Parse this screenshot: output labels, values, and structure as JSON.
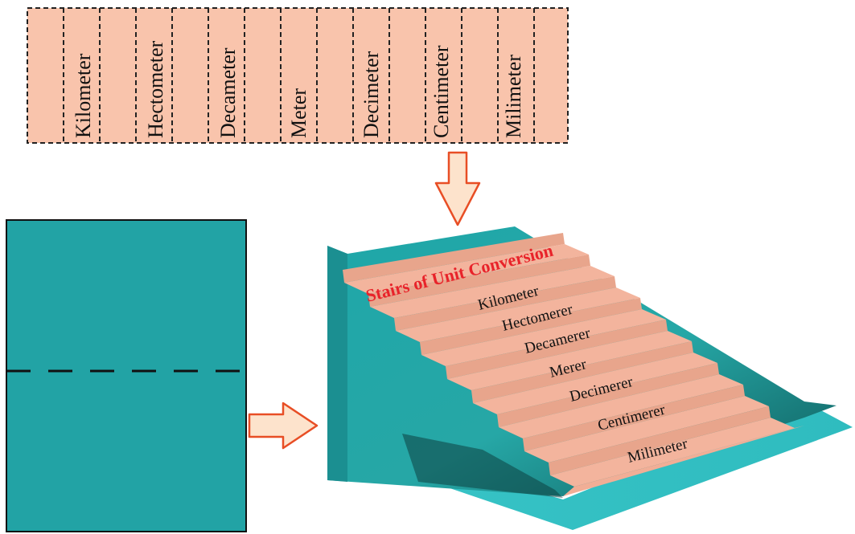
{
  "strip": {
    "labels": [
      "Kilometer",
      "Hectometer",
      "Decameter",
      "Meter",
      "Decimeter",
      "Centimeter",
      "Milimeter"
    ]
  },
  "stairs": {
    "title": "Stairs of Unit Conversion",
    "labels": [
      "Kilometer",
      "Hectomerer",
      "Decamerer",
      "Merer",
      "Decimerer",
      "Centimerer",
      "Milimeter"
    ]
  },
  "colors": {
    "strip_fill": "#f9c4ac",
    "teal_sheet": "#22a3a5",
    "teal_floor": "#35c0c3",
    "stair_tread": "#f3b49d",
    "arrow_fill": "#fde3cc",
    "arrow_stroke": "#e84e25",
    "title_red": "#e8232a"
  },
  "icons": {
    "down_arrow": "down-arrow-icon",
    "right_arrow": "right-arrow-icon",
    "fold_line": "fold-line"
  }
}
